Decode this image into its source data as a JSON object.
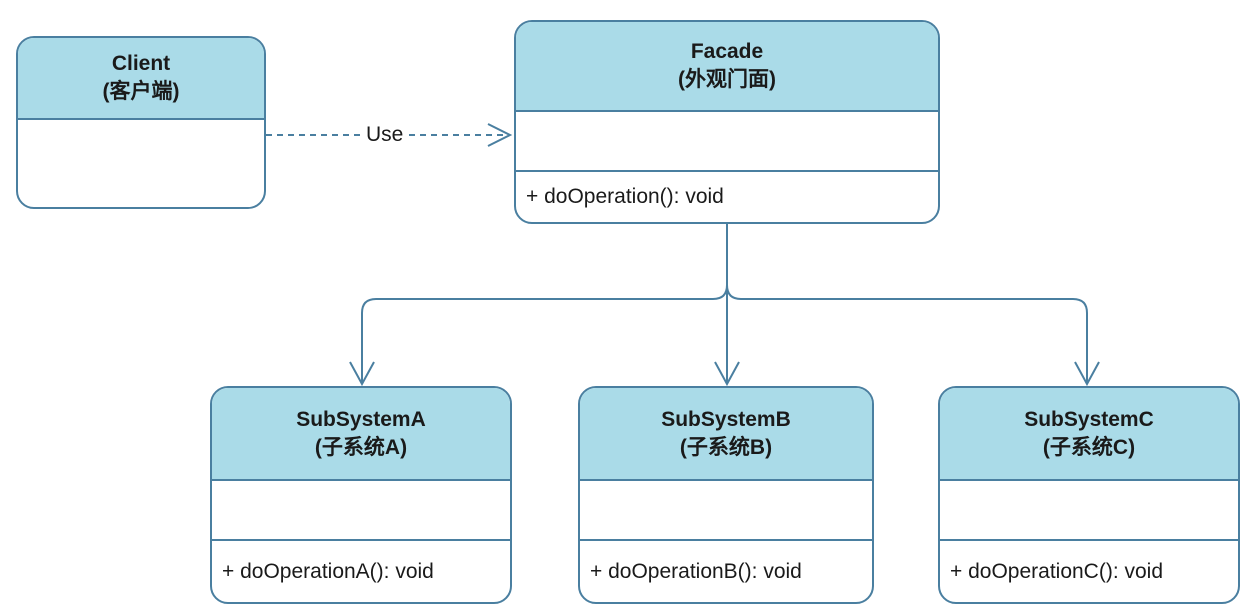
{
  "client": {
    "name": "Client",
    "subtitle": "(客户端)",
    "operation": ""
  },
  "facade": {
    "name": "Facade",
    "subtitle": "(外观门面)",
    "operation": "+ doOperation(): void"
  },
  "subsystems": [
    {
      "name": "SubSystemA",
      "subtitle": "(子系统A)",
      "operation": "+ doOperationA(): void"
    },
    {
      "name": "SubSystemB",
      "subtitle": "(子系统B)",
      "operation": "+ doOperationB(): void"
    },
    {
      "name": "SubSystemC",
      "subtitle": "(子系统C)",
      "operation": "+ doOperationC(): void"
    }
  ],
  "relations": {
    "client_to_facade": "Use"
  },
  "colors": {
    "header_fill": "#aadbe8",
    "border": "#4a7fa0",
    "text": "#1a1a1a"
  }
}
